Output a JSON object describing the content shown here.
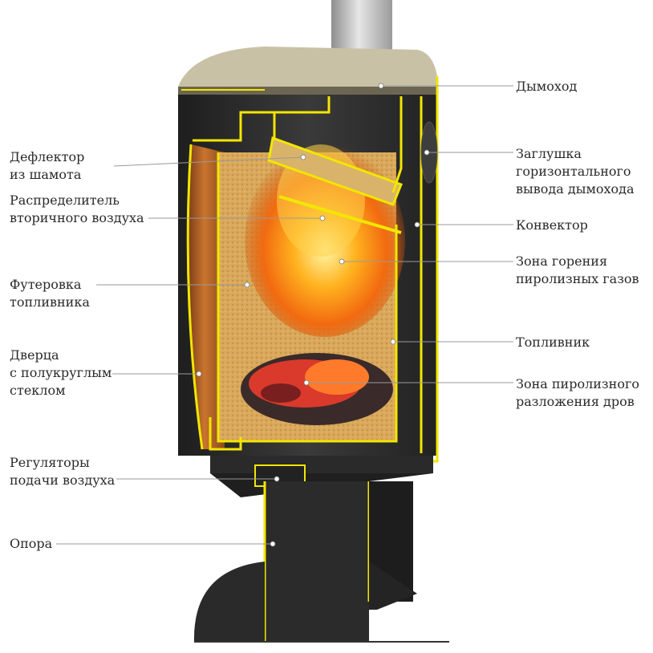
{
  "labels": {
    "deflector": [
      "Дефлектор",
      "из шамота"
    ],
    "secondary_air": [
      "Распределитель",
      "вторичного воздуха"
    ],
    "lining": [
      "Футеровка",
      "топливника"
    ],
    "door": [
      "Дверца",
      "с полукруглым",
      "стеклом"
    ],
    "air_regulators": [
      "Регуляторы",
      "подачи воздуха"
    ],
    "support": [
      "Опора"
    ],
    "chimney": [
      "Дымоход"
    ],
    "plug": [
      "Заглушка",
      "горизонтального",
      "вывода  дымохода"
    ],
    "convector": [
      "Конвектор"
    ],
    "pyrolysis_gas_zone": [
      "Зона горения",
      "пиролизных газов"
    ],
    "firebox": [
      "Топливник"
    ],
    "wood_pyrolysis_zone": [
      "Зона пиролизного",
      "разложения дров"
    ]
  },
  "colors": {
    "body": "#2f2f2f",
    "body_top": "#c9c1a6",
    "section_outline": "#f2e600",
    "firebrick": "#d6a455",
    "door_glass": "#b5652a",
    "fire": "#ff9a1a",
    "coals": "#d93a2b",
    "leader": "#9a9a9a"
  }
}
